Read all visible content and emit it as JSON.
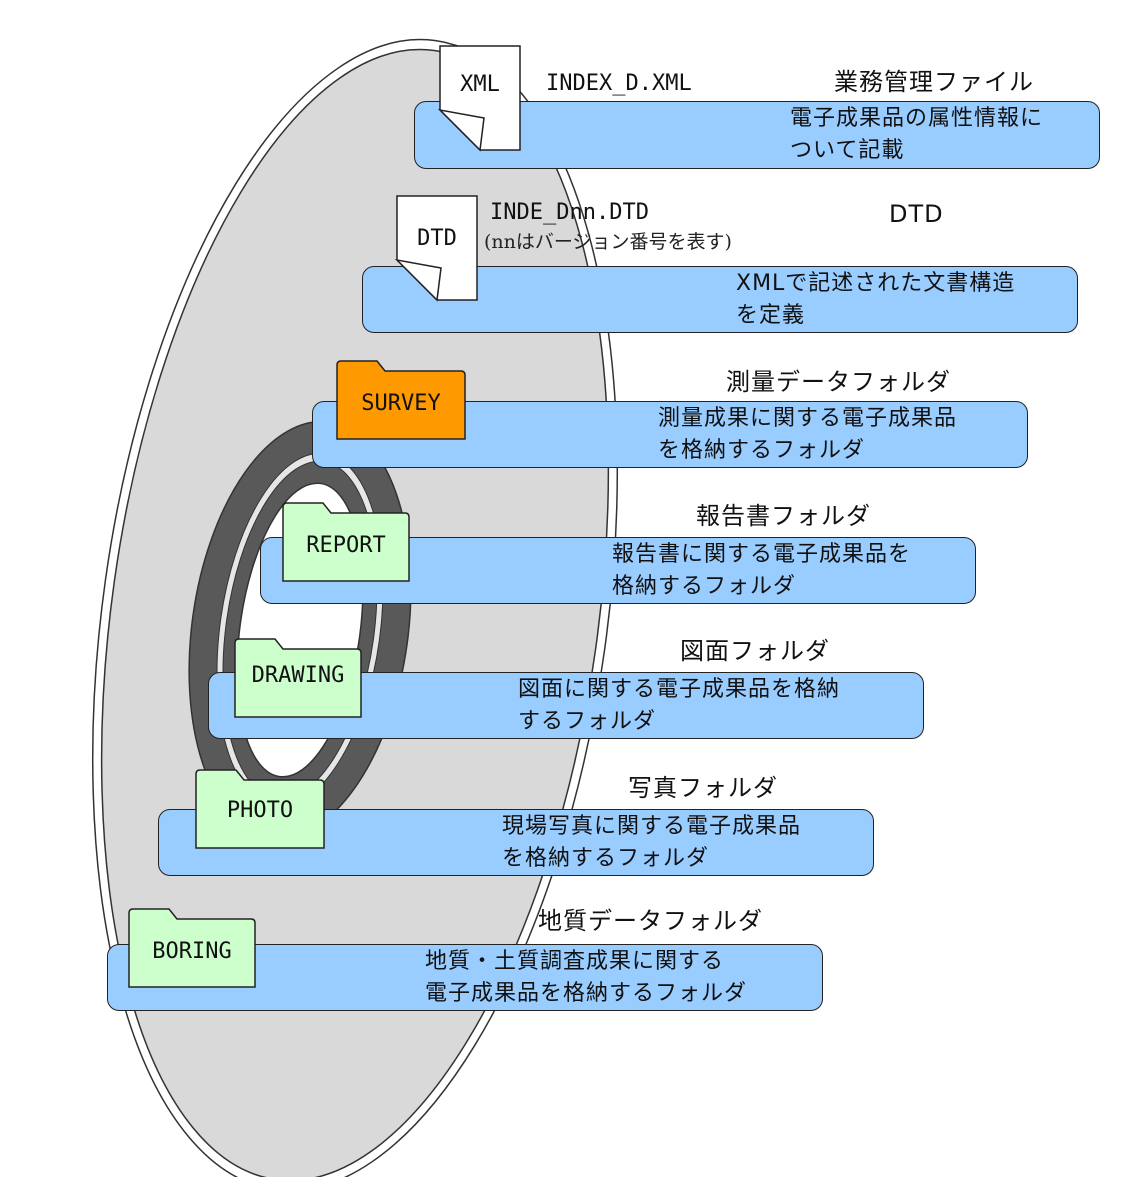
{
  "disc": {
    "icon": "cd-disc-icon"
  },
  "xml": {
    "icon_label": "XML",
    "filename": "INDEX_D.XML",
    "title": "業務管理ファイル",
    "desc_line1": "電子成果品の属性情報に",
    "desc_line2": "ついて記載"
  },
  "dtd": {
    "icon_label": "DTD",
    "filename": "INDE_Dnn.DTD",
    "note": "(nnはバージョン番号を表す)",
    "title": "DTD",
    "desc_line1": "XMLで記述された文書構造",
    "desc_line2": "を定義"
  },
  "folders": [
    {
      "label": "SURVEY",
      "title": "測量データフォルダ",
      "line1": "測量成果に関する電子成果品",
      "line2": "を格納するフォルダ",
      "color": "#ff9900"
    },
    {
      "label": "REPORT",
      "title": "報告書フォルダ",
      "line1": "報告書に関する電子成果品を",
      "line2": "格納するフォルダ",
      "color": "#ccffcc"
    },
    {
      "label": "DRAWING",
      "title": "図面フォルダ",
      "line1": "図面に関する電子成果品を格納",
      "line2": "するフォルダ",
      "color": "#ccffcc"
    },
    {
      "label": "PHOTO",
      "title": "写真フォルダ",
      "line1": "現場写真に関する電子成果品",
      "line2": "を格納するフォルダ",
      "color": "#ccffcc"
    },
    {
      "label": "BORING",
      "title": "地質データフォルダ",
      "line1": "地質・土質調査成果に関する",
      "line2": "電子成果品を格納するフォルダ",
      "color": "#ccffcc"
    }
  ],
  "colors": {
    "panel": "#99ccff",
    "disc": "#d9d9d9",
    "ring": "#595959"
  }
}
